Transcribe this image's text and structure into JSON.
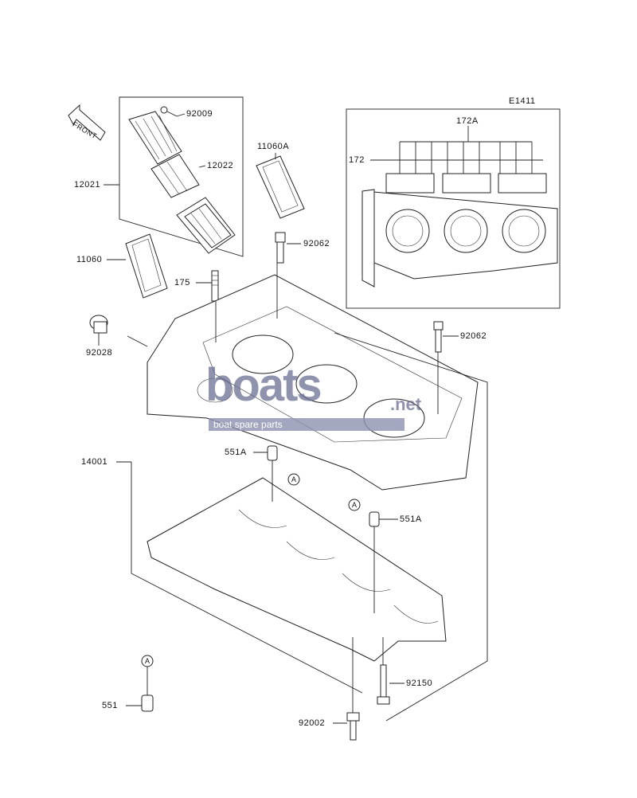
{
  "diagram_code": "E1411",
  "front_arrow_label": "FRONT",
  "callout_letter": "A",
  "watermark": {
    "brand": "boats",
    "suffix": ".net",
    "tagline": "boat spare parts",
    "color": "#6a6f93"
  },
  "parts": [
    {
      "id": "p92009",
      "number": "92009"
    },
    {
      "id": "p12022",
      "number": "12022"
    },
    {
      "id": "p12021",
      "number": "12021"
    },
    {
      "id": "p11060A",
      "number": "11060A"
    },
    {
      "id": "p11060",
      "number": "11060"
    },
    {
      "id": "p92062a",
      "number": "92062"
    },
    {
      "id": "p175",
      "number": "175"
    },
    {
      "id": "p92028",
      "number": "92028"
    },
    {
      "id": "p92062b",
      "number": "92062"
    },
    {
      "id": "p14001",
      "number": "14001"
    },
    {
      "id": "p551Aa",
      "number": "551A"
    },
    {
      "id": "p551Ab",
      "number": "551A"
    },
    {
      "id": "p92150",
      "number": "92150"
    },
    {
      "id": "p551",
      "number": "551"
    },
    {
      "id": "p92002",
      "number": "92002"
    },
    {
      "id": "p172A",
      "number": "172A"
    },
    {
      "id": "p172",
      "number": "172"
    }
  ]
}
